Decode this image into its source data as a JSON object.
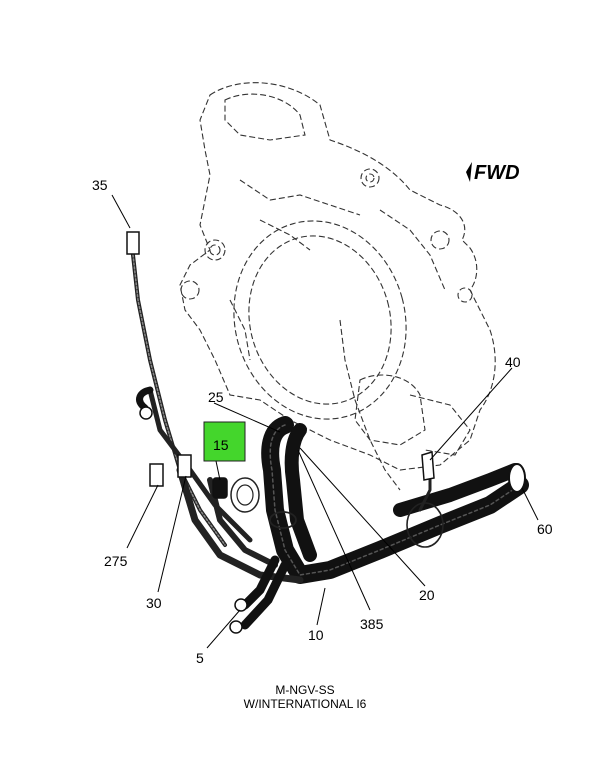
{
  "direction_label": "FWD",
  "highlight_color": "#44d62c",
  "callouts": [
    {
      "id": "35",
      "label": "35"
    },
    {
      "id": "25",
      "label": "25"
    },
    {
      "id": "15",
      "label": "15"
    },
    {
      "id": "40",
      "label": "40"
    },
    {
      "id": "60",
      "label": "60"
    },
    {
      "id": "275",
      "label": "275"
    },
    {
      "id": "30",
      "label": "30"
    },
    {
      "id": "5",
      "label": "5"
    },
    {
      "id": "10",
      "label": "10"
    },
    {
      "id": "385",
      "label": "385"
    },
    {
      "id": "20",
      "label": "20"
    }
  ],
  "caption": {
    "line1": "M-NGV-SS",
    "line2": "W/INTERNATIONAL I6"
  }
}
